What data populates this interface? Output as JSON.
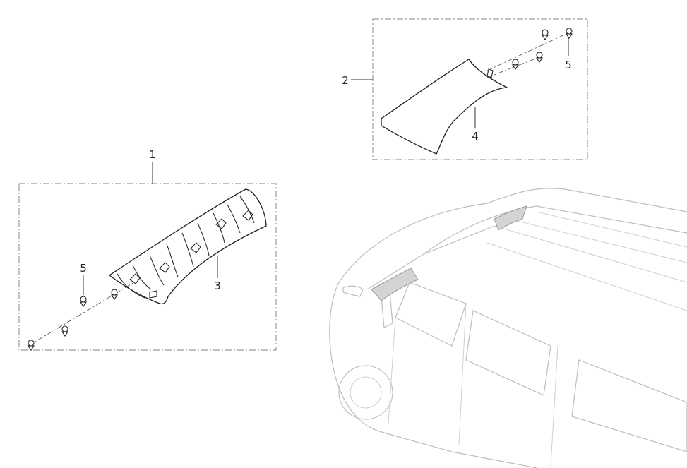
{
  "callouts": {
    "assembly_rear": "1",
    "assembly_front": "2",
    "trim_rear": "3",
    "trim_front": "4",
    "clip_rear": "5",
    "clip_front": "5"
  },
  "colors": {
    "line": "#1e1e1e",
    "frame": "#9a9a9a",
    "vehicle_outline": "#bdbdbd",
    "highlight": "#d4d4d4"
  }
}
